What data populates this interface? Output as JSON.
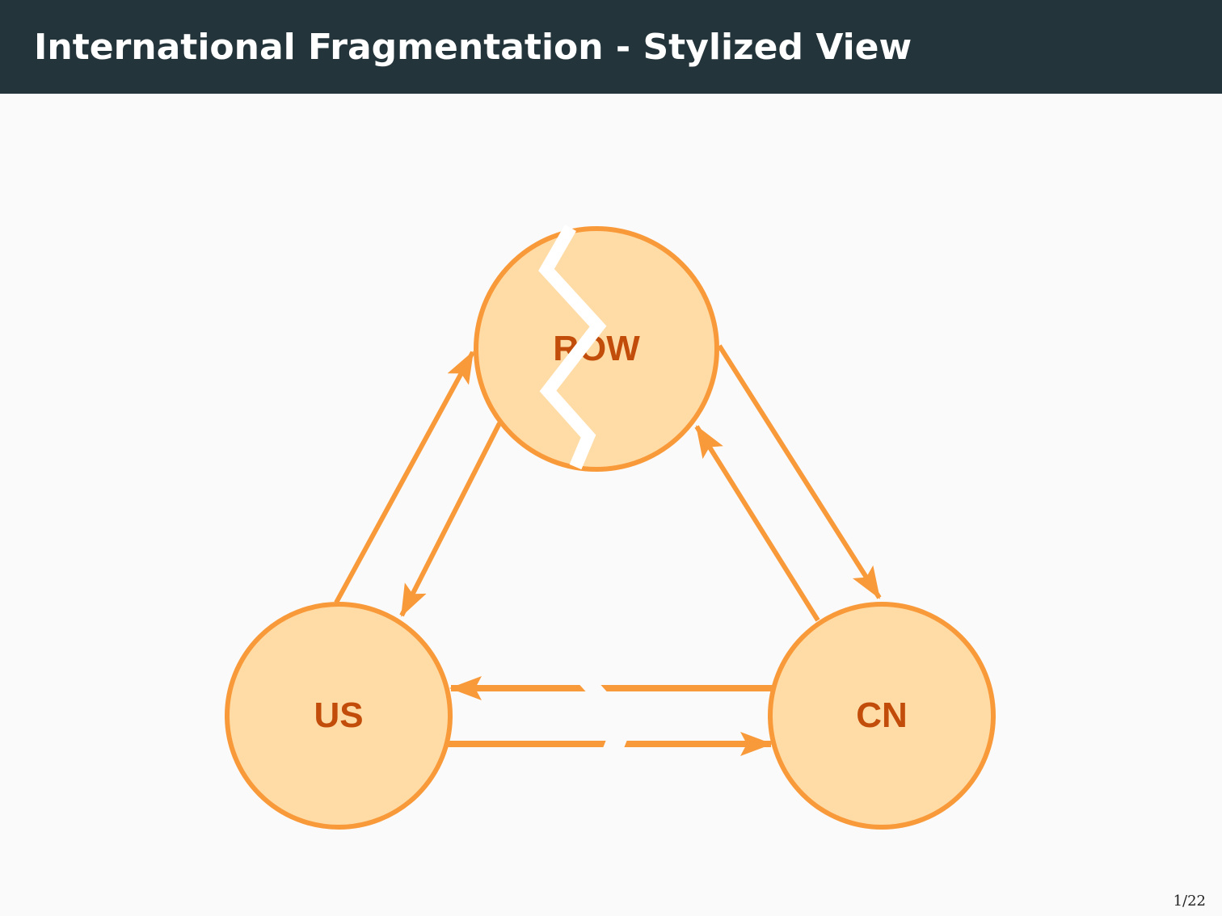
{
  "slide": {
    "title": "International Fragmentation - Stylized View",
    "page_number": "1/22"
  },
  "diagram": {
    "nodes": [
      {
        "id": "row",
        "label": "ROW",
        "fractured": true
      },
      {
        "id": "us",
        "label": "US",
        "fractured": false
      },
      {
        "id": "cn",
        "label": "CN",
        "fractured": false
      }
    ],
    "edges": [
      {
        "from": "us",
        "to": "row"
      },
      {
        "from": "row",
        "to": "us"
      },
      {
        "from": "row",
        "to": "cn"
      },
      {
        "from": "cn",
        "to": "row"
      },
      {
        "from": "cn",
        "to": "us",
        "broken": true
      },
      {
        "from": "us",
        "to": "cn",
        "broken": true
      }
    ],
    "colors": {
      "node_fill": "#ffdca6",
      "stroke": "#f99a3a",
      "label": "#c24d0a",
      "crack": "#ffffff",
      "header_bg": "#23343a"
    }
  }
}
